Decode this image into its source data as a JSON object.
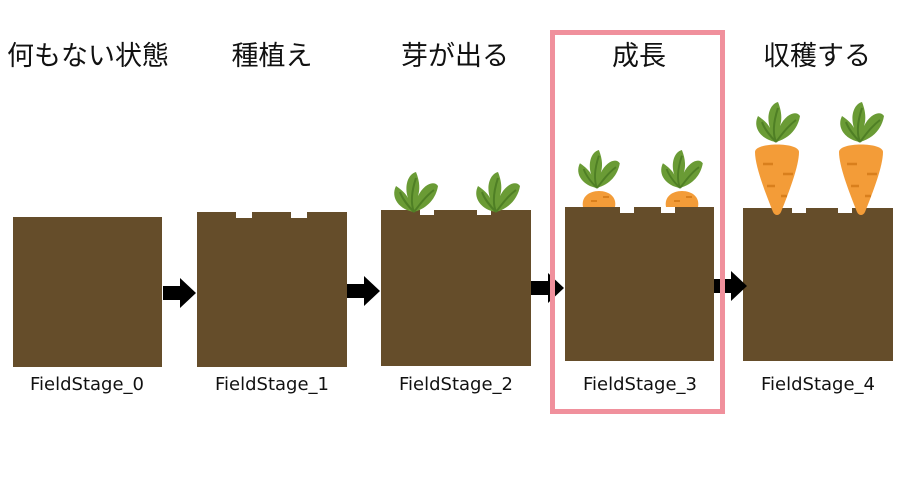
{
  "colors": {
    "soil": "#654d2a",
    "leaf": "#6a9b35",
    "leaf_dark": "#4f7f25",
    "carrot": "#f39c38",
    "carrot_dark": "#d97f1c",
    "arrow": "#000000",
    "highlight": "#f0909c"
  },
  "stages": [
    {
      "title": "何もない状態",
      "label": "FieldStage_0",
      "plant": "none"
    },
    {
      "title": "種植え",
      "label": "FieldStage_1",
      "plant": "seed"
    },
    {
      "title": "芽が出る",
      "label": "FieldStage_2",
      "plant": "sprout"
    },
    {
      "title": "成長",
      "label": "FieldStage_3",
      "plant": "growing-carrot",
      "highlighted": true
    },
    {
      "title": "収穫する",
      "label": "FieldStage_4",
      "plant": "harvest-carrot"
    }
  ],
  "icons": [
    "right-arrow-icon",
    "carrot-icon",
    "sprout-icon"
  ]
}
